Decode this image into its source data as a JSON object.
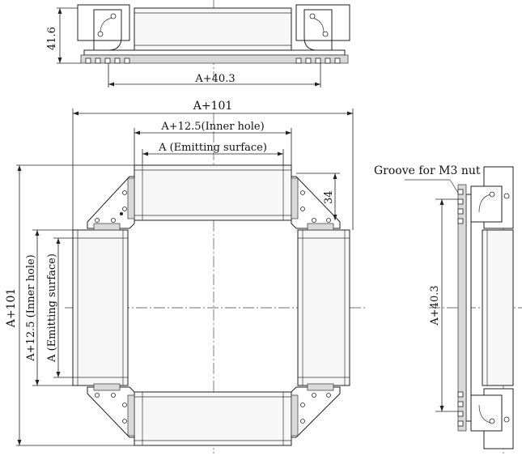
{
  "top_view": {
    "height_label": "41.6",
    "width_label": "A+40.3"
  },
  "front_view": {
    "outer_width_label": "A+101",
    "inner_hole_label": "A+12.5(Inner hole)",
    "emitting_label": "A (Emitting surface)",
    "corner_height_label": "34",
    "outer_height_label": "A+101",
    "vertical_inner_label": "A+12.5 (Inner hole)",
    "vertical_emitting_label": "A (Emitting surface)"
  },
  "side_view": {
    "groove_label": "Groove for M3 nut",
    "height_label": "A+40.3"
  }
}
